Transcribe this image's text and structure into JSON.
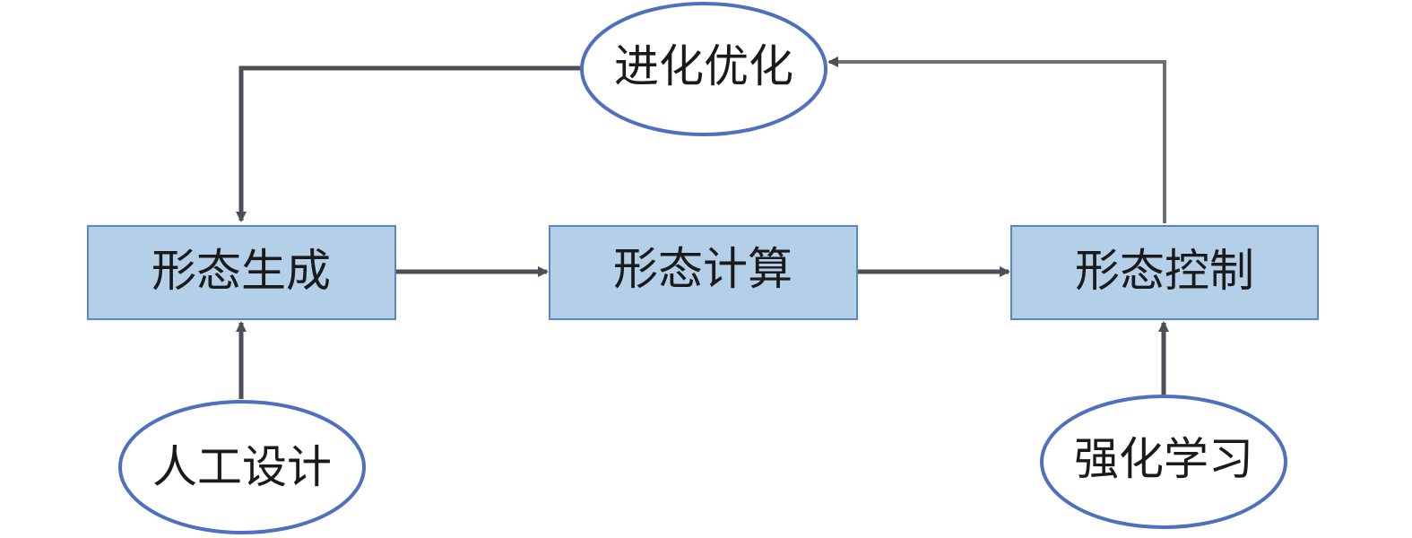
{
  "nodes": {
    "morph_generation": "形态生成",
    "morph_computation": "形态计算",
    "morph_control": "形态控制",
    "evolution_optimization": "进化优化",
    "manual_design": "人工设计",
    "reinforcement_learning": "强化学习"
  },
  "colors": {
    "box_fill": "#b3d0e8",
    "box_stroke": "#5b86c4",
    "ellipse_stroke": "#4f70bf",
    "arrow": "#4b4f57"
  }
}
